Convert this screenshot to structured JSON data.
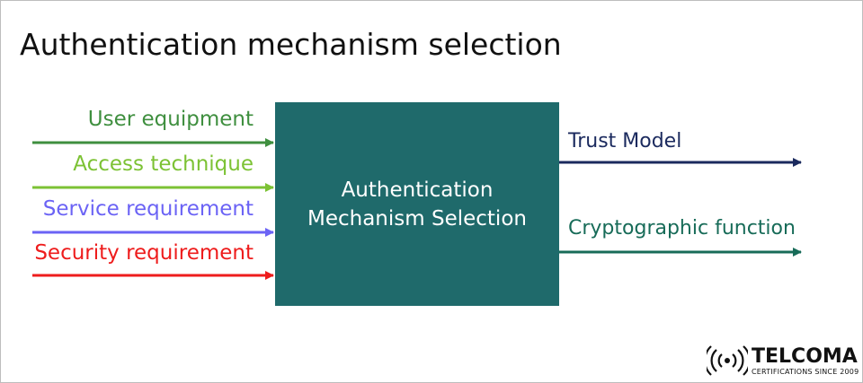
{
  "title": "Authentication mechanism selection",
  "center_box": {
    "line1": "Authentication",
    "line2": "Mechanism Selection",
    "color": "#1f6a6b"
  },
  "inputs": [
    {
      "label": "User equipment",
      "color": "#3f8f3f"
    },
    {
      "label": "Access technique",
      "color": "#7cc234"
    },
    {
      "label": "Service requirement",
      "color": "#6b63f5"
    },
    {
      "label": "Security requirement",
      "color": "#ee1c1c"
    }
  ],
  "outputs": [
    {
      "label": "Trust Model",
      "color": "#1b2a5e"
    },
    {
      "label": "Cryptographic function",
      "color": "#176b58"
    }
  ],
  "logo": {
    "name": "TELCOMA",
    "tagline": "CERTIFICATIONS SINCE 2009"
  }
}
